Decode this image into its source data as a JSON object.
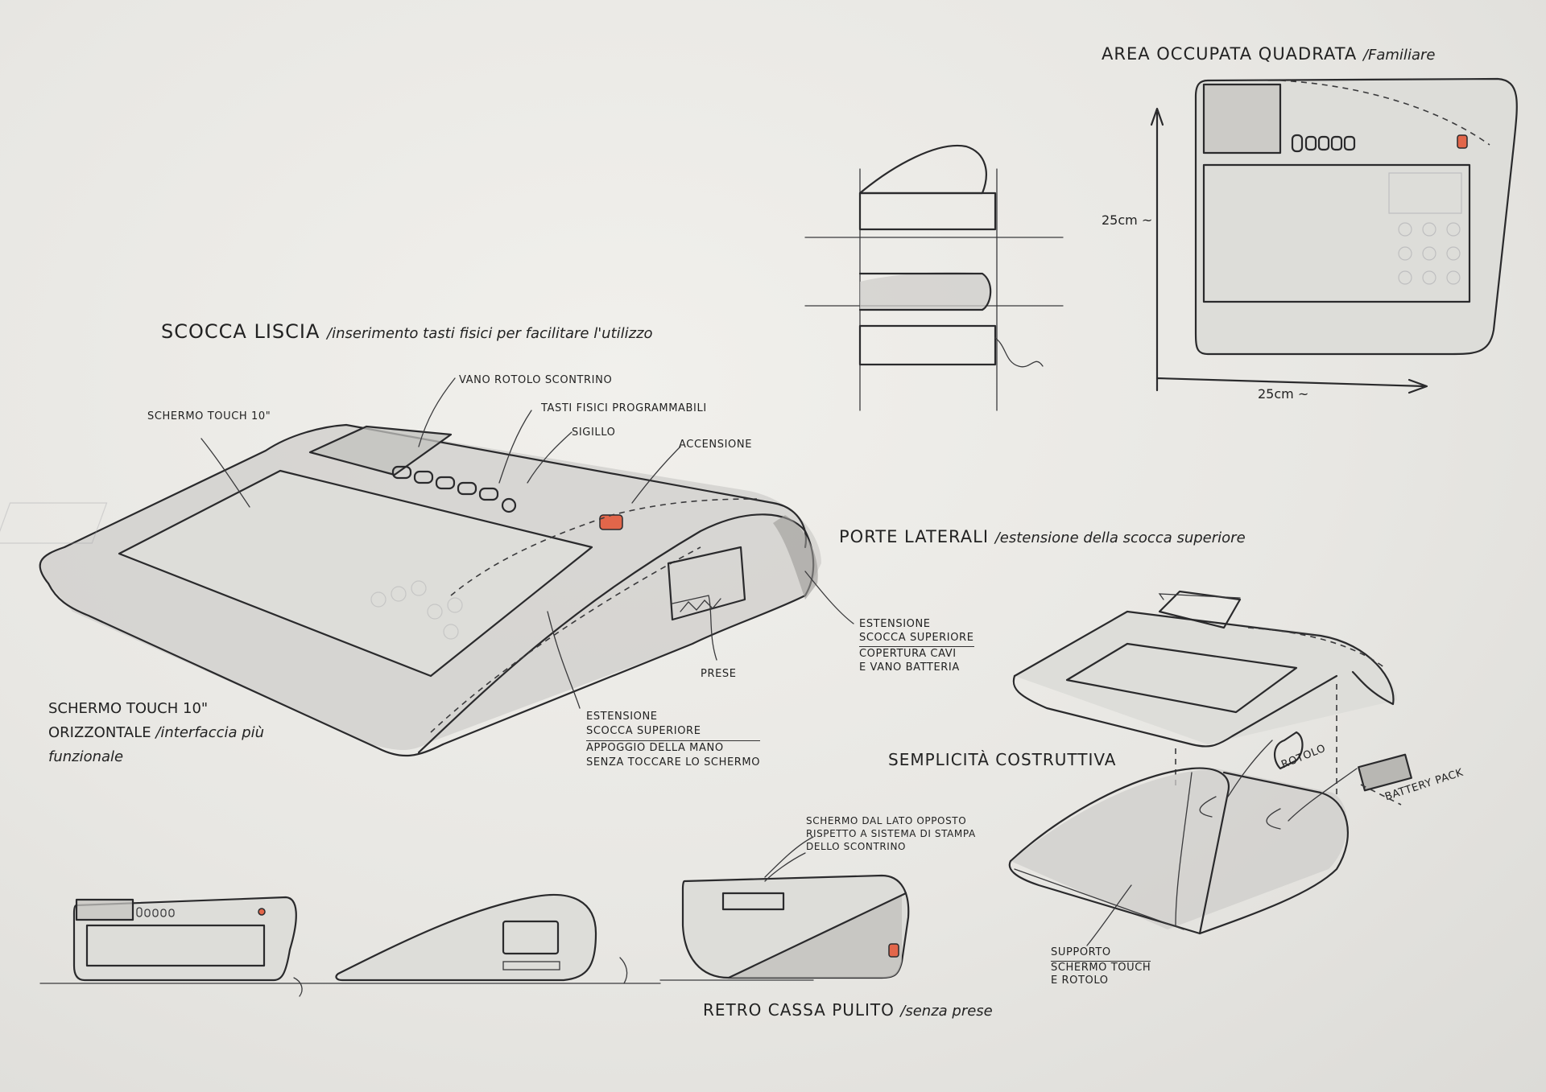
{
  "headings": {
    "scocca_liscia": "SCOCCA LISCIA",
    "scocca_liscia_note": "/inserimento tasti fisici per facilitare l'utilizzo",
    "area_occupata": "AREA OCCUPATA QUADRATA",
    "area_occupata_note": "/Familiare",
    "porte_laterali": "PORTE LATERALI",
    "porte_laterali_note": "/estensione della scocca superiore",
    "schermo_orizzontale_1": "SCHERMO TOUCH 10\"",
    "schermo_orizzontale_2": "ORIZZONTALE",
    "schermo_orizzontale_note": "/interfaccia più",
    "schermo_orizzontale_note_2": "funzionale",
    "semplicita": "SEMPLICITÀ COSTRUTTIVA",
    "retro_cassa": "RETRO CASSA PULITO",
    "retro_cassa_note": "/senza prese"
  },
  "annotations": {
    "schermo_touch": "SCHERMO TOUCH 10\"",
    "vano_rotolo": "VANO ROTOLO SCONTRINO",
    "tasti_fisici": "TASTI FISICI PROGRAMMABILI",
    "sigillo": "SIGILLO",
    "accensione": "ACCENSIONE",
    "estensione_1": "ESTENSIONE",
    "estensione_1b": "SCOCCA SUPERIORE",
    "copertura_1": "COPERTURA CAVI",
    "copertura_2": "E VANO BATTERIA",
    "prese": "PRESE",
    "estensione_2": "ESTENSIONE",
    "estensione_2b": "SCOCCA SUPERIORE",
    "appoggio_1": "APPOGGIO DELLA MANO",
    "appoggio_2": "SENZA TOCCARE LO SCHERMO",
    "schermo_lato_1": "SCHERMO DAL LATO OPPOSTO",
    "schermo_lato_2": "RISPETTO A SISTEMA DI STAMPA",
    "schermo_lato_3": "DELLO SCONTRINO",
    "rotolo": "ROTOLO",
    "battery_pack": "BATTERY PACK",
    "supporto_1": "SUPPORTO",
    "supporto_2": "SCHERMO TOUCH",
    "supporto_3": "E ROTOLO"
  },
  "dimensions": {
    "height_label": "25cm ~",
    "width_label": "25cm ~"
  },
  "colors": {
    "paper": "#e8e7e3",
    "ink": "#2a2a2c",
    "power_button": "#e2664a"
  }
}
